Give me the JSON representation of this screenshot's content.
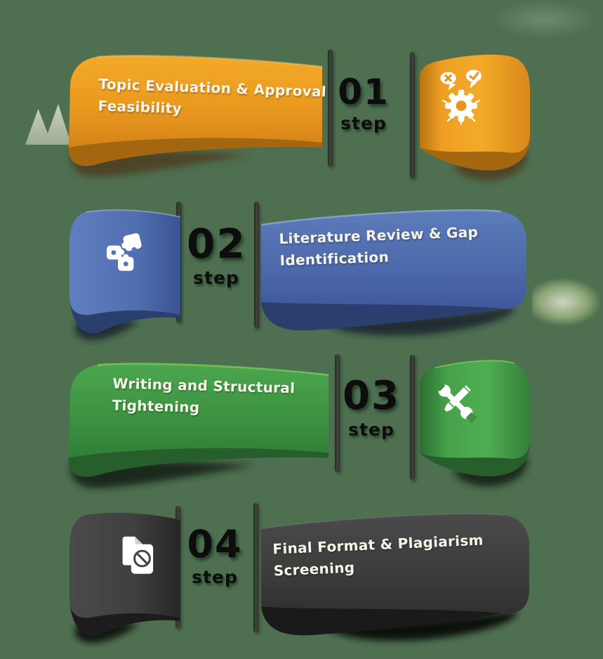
{
  "colors": {
    "background": "#4e7051",
    "step_number_text": "#0d0d0d",
    "banner_text": "#f7f4ea",
    "pole_bar": "#343a32",
    "orange": "#ed9c20",
    "blue": "#4e6fae",
    "green": "#3c9040",
    "dark": "#3d3d3d"
  },
  "steps": [
    {
      "number": "01",
      "step_word": "step",
      "title_line1": "Topic Evaluation & Approval",
      "title_line2": "Feasibility",
      "banner_color": "#ed9c20",
      "icon": "approval-gear-icon"
    },
    {
      "number": "02",
      "step_word": "step",
      "title_line1": "Literature Review & Gap",
      "title_line2": "Identification",
      "banner_color": "#4e6fae",
      "icon": "puzzle-icon"
    },
    {
      "number": "03",
      "step_word": "step",
      "title_line1": "Writing and Structural",
      "title_line2": "Tightening",
      "banner_color": "#3c9040",
      "icon": "wrench-pencil-icon"
    },
    {
      "number": "04",
      "step_word": "step",
      "title_line1": "Final Format & Plagiarism",
      "title_line2": "Screening",
      "banner_color": "#3d3d3d",
      "icon": "plagiarism-documents-icon"
    }
  ]
}
